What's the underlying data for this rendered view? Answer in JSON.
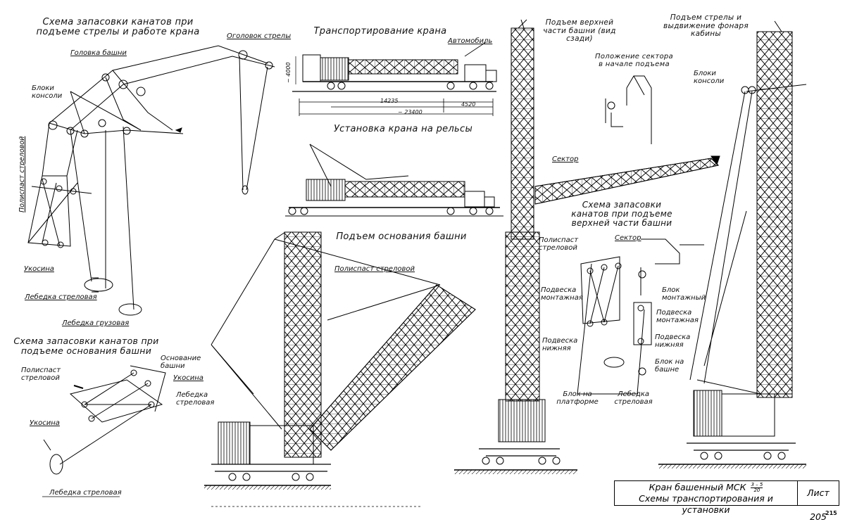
{
  "headings": {
    "rigging_boom_lift": "Схема запасовки канатов при подъеме стрелы и работе крана",
    "transport": "Транспортирование крана",
    "install_rails": "Установка крана на рельсы",
    "lift_tower_base": "Подъем основания башни",
    "lift_upper_tower": "Подъем верхней части башни (вид сзади)",
    "lift_boom_cabin": "Подъем стрелы и выдвижение фонаря кабины",
    "sector_start": "Положение сектора в начале подъема",
    "rigging_upper_tower": "Схема запасовки канатов при подъеме верхней части башни",
    "rigging_base_lift": "Схема запасовки канатов при подъеме основания башни"
  },
  "labels": {
    "boom_tip": "Оголовок стрелы",
    "tower_head": "Головка башни",
    "console_blocks": "Блоки консоли",
    "boom_tackle": "Полиспаст стреловой",
    "brace": "Укосина",
    "boom_winch": "Лебедка стреловая",
    "cargo_winch": "Лебедка грузовая",
    "vehicle": "Автомобиль",
    "sector": "Сектор",
    "mount_suspension": "Подвеска монтажная",
    "lower_suspension": "Подвеска нижняя",
    "platform_block": "Блок на платформе",
    "mount_block": "Блок монтажный",
    "tower_block": "Блок на башне",
    "tower_base": "Основание башни"
  },
  "dimensions": {
    "height": "~ 4000",
    "length_a": "14235",
    "length_b": "4520",
    "total": "~ 23400"
  },
  "title_block": {
    "line1": "Кран башенный МСК",
    "fraction_num": "3 – 5",
    "fraction_den": "20",
    "line2": "Схемы транспортирования и установки",
    "sheet": "Лист 205"
  },
  "page_number": "215"
}
